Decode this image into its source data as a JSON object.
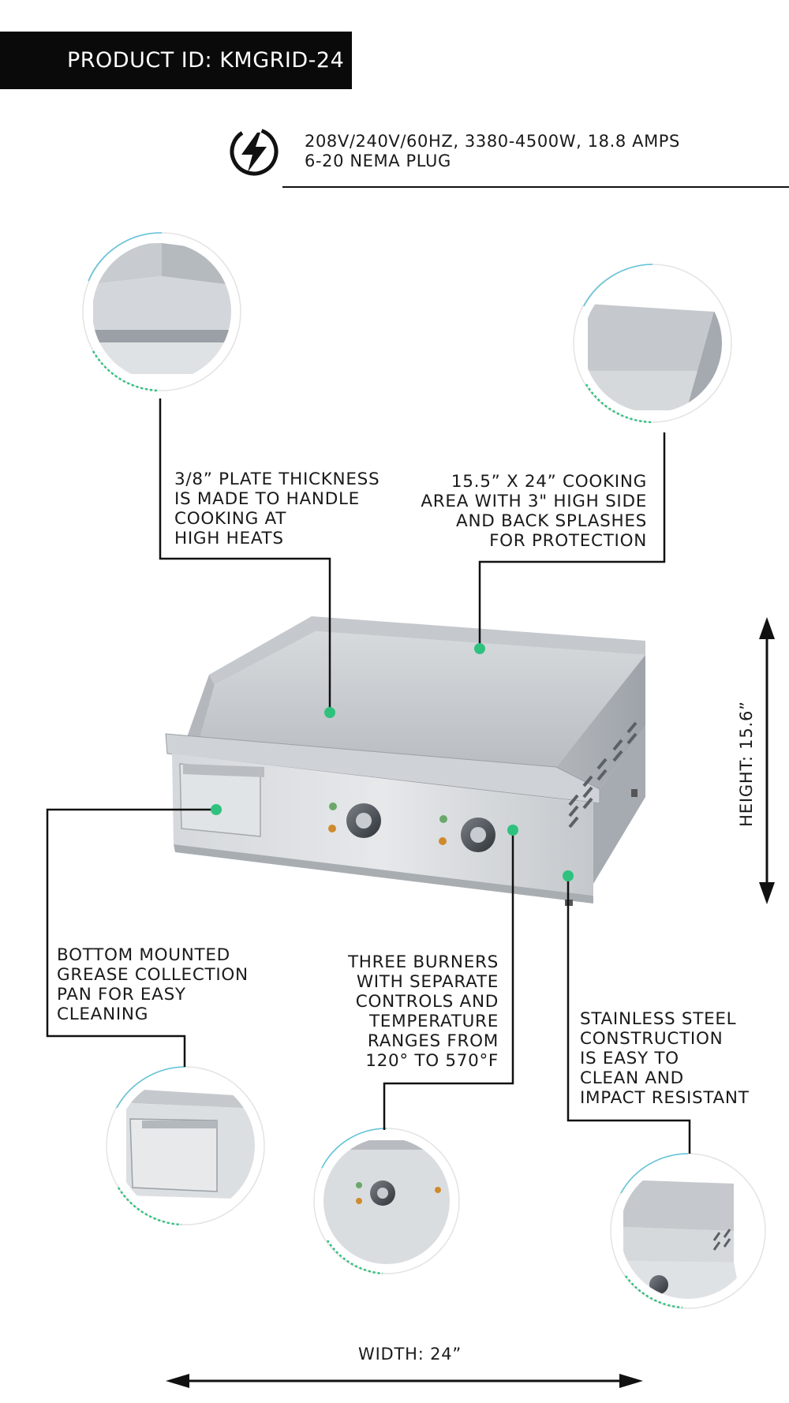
{
  "header": {
    "product_id": "PRODUCT ID: KMGRID-24"
  },
  "power": {
    "icon": "lightning-bolt-icon",
    "line1": "208V/240V/60HZ, 3380-4500W, 18.8 AMPS",
    "line2": "6-20 NEMA PLUG"
  },
  "callouts": {
    "plate": [
      "3/8” PLATE THICKNESS",
      "IS MADE TO HANDLE",
      "COOKING AT",
      "HIGH HEATS"
    ],
    "cooking_area": [
      "15.5” X 24” COOKING",
      "AREA WITH 3\" HIGH SIDE",
      "AND BACK SPLASHES",
      "FOR PROTECTION"
    ],
    "grease_pan": [
      "BOTTOM MOUNTED",
      "GREASE COLLECTION",
      "PAN FOR EASY",
      "CLEANING"
    ],
    "burners": [
      "THREE BURNERS",
      "WITH SEPARATE",
      "CONTROLS AND",
      "TEMPERATURE",
      "RANGES FROM",
      "120° TO 570°F"
    ],
    "steel": [
      "STAINLESS STEEL",
      "CONSTRUCTION",
      "IS EASY TO",
      "CLEAN AND",
      "IMPACT RESISTANT"
    ]
  },
  "dimensions": {
    "height": "HEIGHT: 15.6”",
    "width": "WIDTH: 24”"
  },
  "colors": {
    "banner": "#0a0a0a",
    "marker": "#2ec27e",
    "steel": "#c9ccd0",
    "accent_ring": "#5fc3d8"
  }
}
